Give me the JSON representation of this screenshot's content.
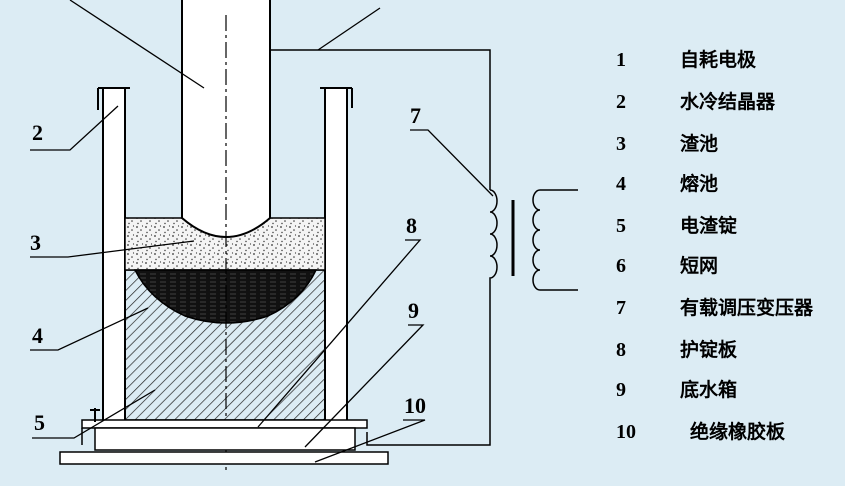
{
  "legend": [
    {
      "num": "1",
      "name": "自耗电极"
    },
    {
      "num": "2",
      "name": "水冷结晶器"
    },
    {
      "num": "3",
      "name": "渣池"
    },
    {
      "num": "4",
      "name": "熔池"
    },
    {
      "num": "5",
      "name": "电渣锭"
    },
    {
      "num": "6",
      "name": "短网"
    },
    {
      "num": "7",
      "name": "有载调压变压器"
    },
    {
      "num": "8",
      "name": "护锭板"
    },
    {
      "num": "9",
      "name": "底水箱"
    },
    {
      "num": "10",
      "name": "绝缘橡胶板"
    }
  ],
  "callouts": {
    "c2": "2",
    "c3": "3",
    "c4": "4",
    "c5": "5",
    "c7": "7",
    "c8": "8",
    "c9": "9",
    "c10": "10"
  },
  "colors": {
    "background": "#dcecf4",
    "line": "#000000",
    "slag": "#f2f2f2",
    "pool": "#111111"
  }
}
